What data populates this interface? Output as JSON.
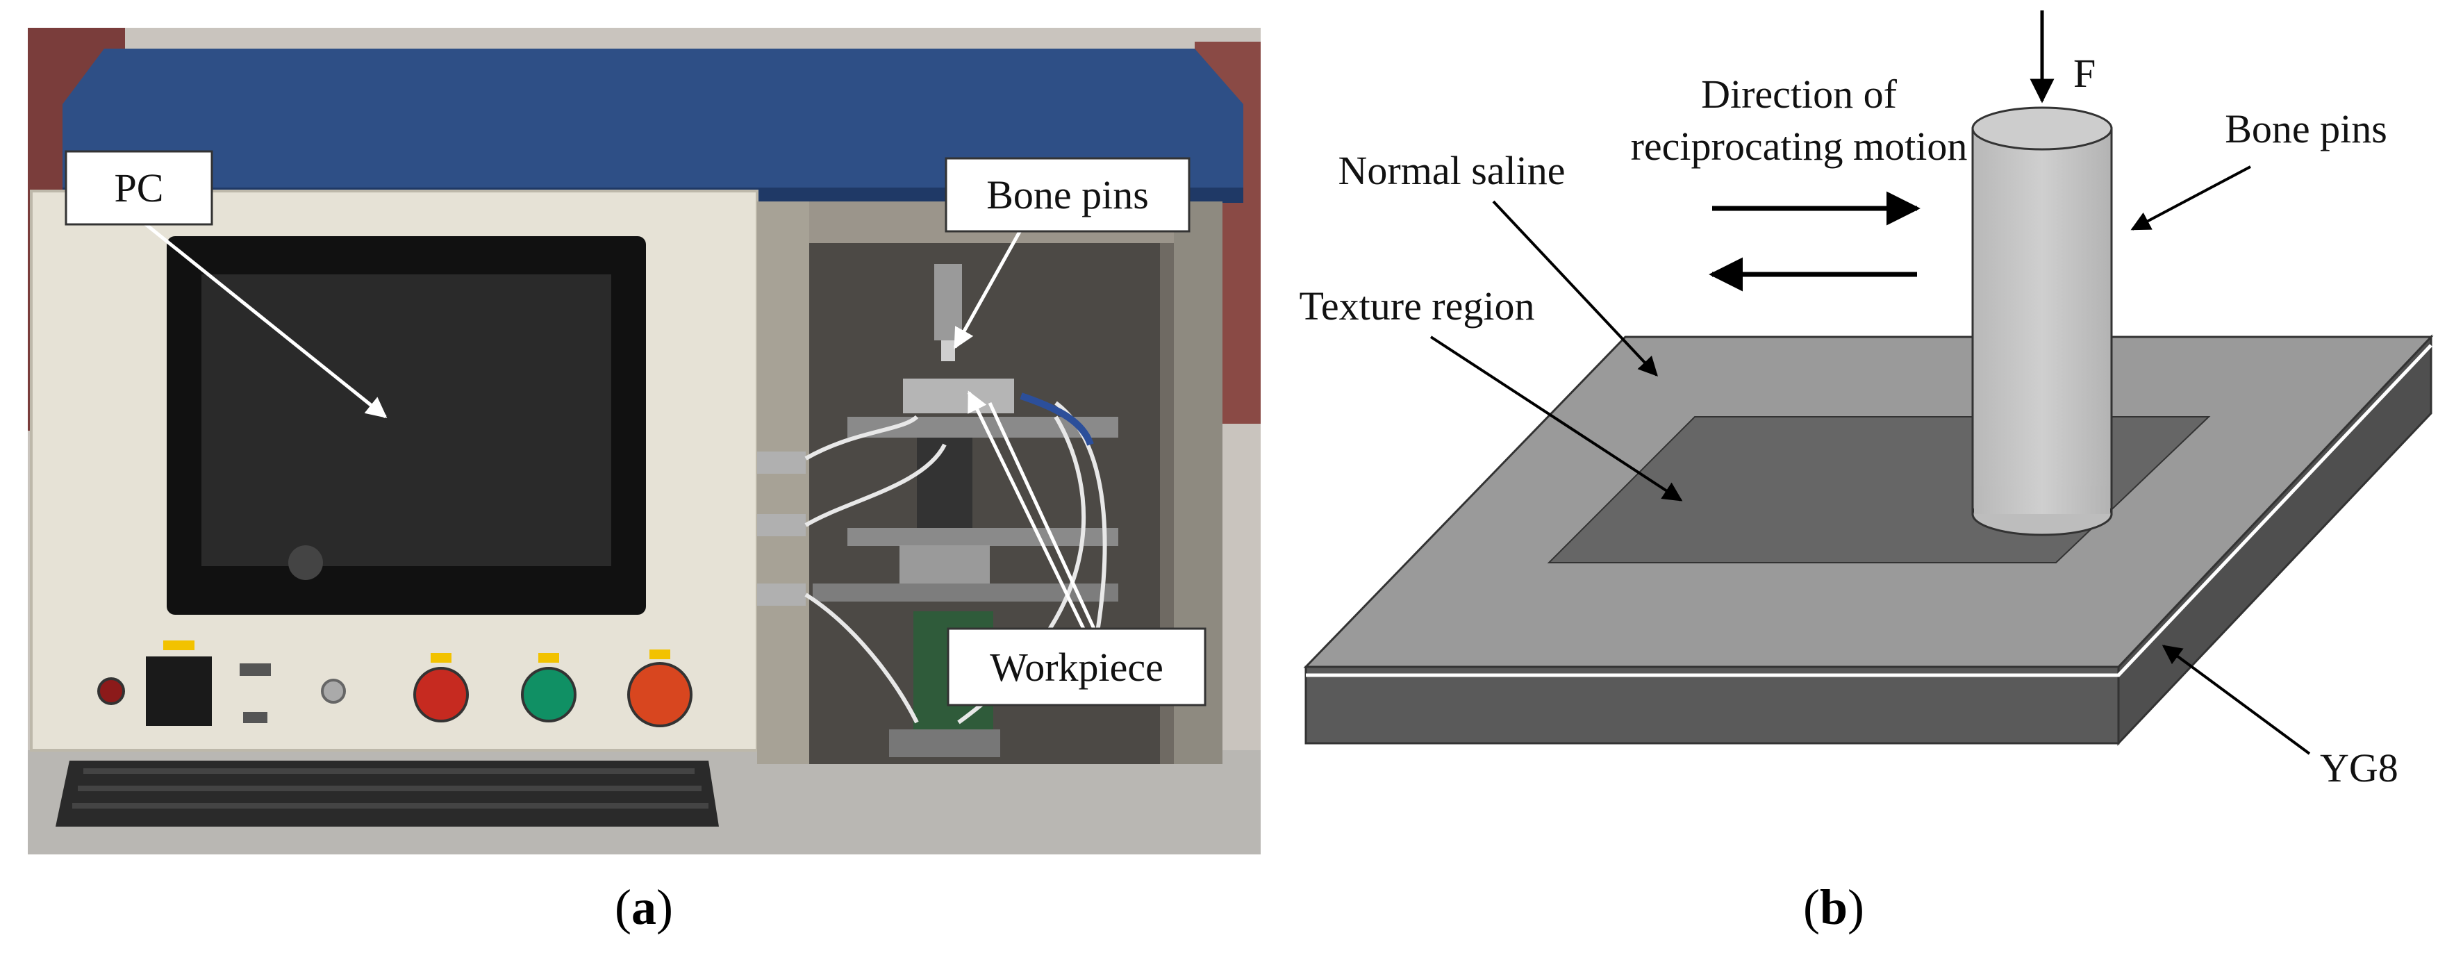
{
  "panel_a": {
    "caption_open": "(",
    "caption_letter": "a",
    "caption_close": ")",
    "labels": {
      "pc": "PC",
      "bone_pins": "Bone pins",
      "workpiece": "Workpiece"
    }
  },
  "panel_b": {
    "caption_open": "(",
    "caption_letter": "b",
    "caption_close": ")",
    "labels": {
      "force": "F",
      "direction_line1": "Direction of",
      "direction_line2": "reciprocating motion",
      "bone_pins": "Bone pins",
      "normal_saline": "Normal saline",
      "texture_region": "Texture region",
      "yg8": "YG8"
    }
  },
  "colors": {
    "machine_hood": "#2e4f86",
    "cabinet": "#e6e2d6",
    "screen": "#2a2a2a",
    "plate_top": "#9a9a9a",
    "texture": "#666666",
    "plate_side": "#5a5a5a",
    "pin": "#c4c4c4"
  }
}
